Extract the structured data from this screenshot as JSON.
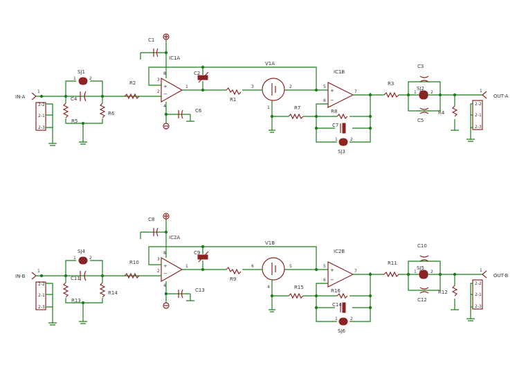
{
  "channels": [
    {
      "input_label": "IN-A",
      "output_label": "OUT-A",
      "input_pins": [
        "1",
        "2-2",
        "2-1",
        "2-3"
      ],
      "output_pins": [
        "1",
        "2-2",
        "2-1",
        "2-3"
      ],
      "opamp1": "IC1A",
      "opamp2": "IC1B",
      "tube": "V1A",
      "c_supply": "C1",
      "c_trim": "C2",
      "c_opamp1": "C6",
      "c_in": "C4",
      "c_fb": "C7",
      "c_out_top": "C3",
      "c_out_bot": "C5",
      "r_series": "R2",
      "r_in_a": "R5",
      "r_in_b": "R6",
      "r_tube": "R1",
      "r_fb": "R7",
      "r_fb2": "R8",
      "r_out": "R3",
      "r_load": "R4",
      "jumper_in": "SJ1",
      "jumper_fb": "SJ3",
      "jumper_out": "SJ2",
      "tube_pins": [
        "3",
        "2",
        "1"
      ],
      "opamp2_pins": [
        "5",
        "6",
        "7"
      ],
      "opamp1_pins": [
        "3",
        "2",
        "1",
        "8",
        "4"
      ]
    },
    {
      "input_label": "IN-B",
      "output_label": "OUT-B",
      "input_pins": [
        "1",
        "2-2",
        "2-1",
        "2-3"
      ],
      "output_pins": [
        "1",
        "2-2",
        "2-1",
        "2-3"
      ],
      "opamp1": "IC2A",
      "opamp2": "IC2B",
      "tube": "V1B",
      "c_supply": "C8",
      "c_trim": "C9",
      "c_opamp1": "C13",
      "c_in": "C11",
      "c_fb": "C14",
      "c_out_top": "C10",
      "c_out_bot": "C12",
      "r_series": "R10",
      "r_in_a": "R13",
      "r_in_b": "R14",
      "r_tube": "R9",
      "r_fb": "R15",
      "r_fb2": "R16",
      "r_out": "R11",
      "r_load": "R12",
      "jumper_in": "SJ4",
      "jumper_fb": "SJ6",
      "jumper_out": "SJ5",
      "tube_pins": [
        "6",
        "5",
        "4"
      ],
      "opamp2_pins": [
        "5",
        "6",
        "7"
      ],
      "opamp1_pins": [
        "3",
        "2",
        "1",
        "8",
        "4"
      ]
    }
  ],
  "jumper_pins": [
    "1",
    "2"
  ],
  "colors": {
    "net": "#1a7d1a",
    "component": "#8b2323",
    "text": "#333333"
  }
}
